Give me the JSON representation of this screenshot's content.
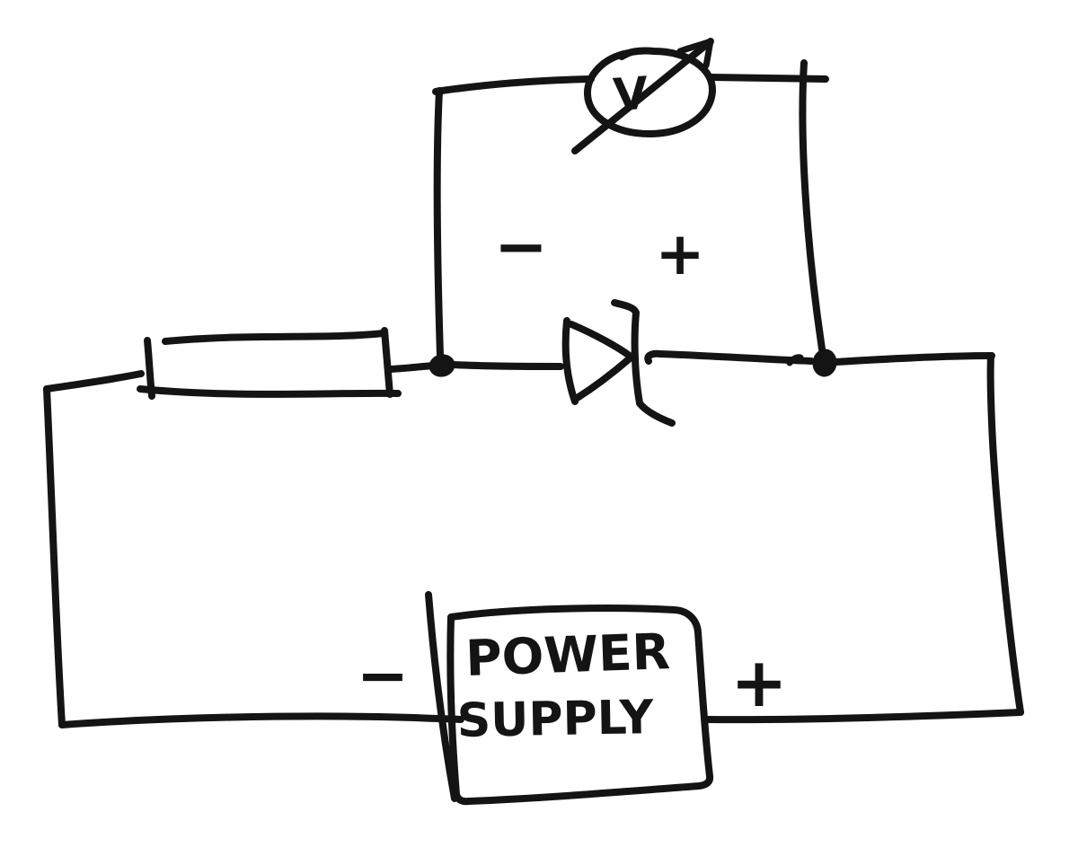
{
  "diagram": {
    "kind": "hand-drawn circuit sketch",
    "ink_color": "#141414",
    "background_color": "#ffffff",
    "voltmeter": {
      "label": "V",
      "style": "circle with diagonal adjustment arrow",
      "terminal_minus": "−",
      "terminal_plus": "+"
    },
    "resistor": {
      "symbol": "rectangular box with end ticks"
    },
    "diode": {
      "symbol": "zener diode, triangle pointing right with bent cathode bar"
    },
    "junctions": {
      "count": 2,
      "style": "filled ink dots on middle rail"
    },
    "power_supply": {
      "name_line1": "POWER",
      "name_line2": "SUPPLY",
      "terminal_minus": "−",
      "terminal_plus": "+"
    }
  }
}
